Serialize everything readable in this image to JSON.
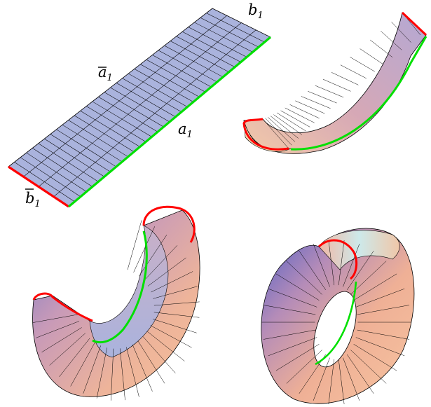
{
  "labels": {
    "b1": {
      "base": "b",
      "sub": "1"
    },
    "a1bar": {
      "base": "a",
      "sub": "1"
    },
    "a1": {
      "base": "a",
      "sub": "1"
    },
    "b1bar": {
      "base": "b",
      "sub": "1"
    }
  },
  "colors": {
    "surface_blue": "#aab3dd",
    "surface_pink": "#d9a8b8",
    "surface_peach": "#f0b898",
    "surface_cyan": "#bfe3e8",
    "mesh": "#000000",
    "edge_b": "#ff0000",
    "edge_a": "#00e000"
  },
  "panels": [
    {
      "name": "flat-strip"
    },
    {
      "name": "curved-sheet"
    },
    {
      "name": "open-ring"
    },
    {
      "name": "closed-torus"
    }
  ]
}
